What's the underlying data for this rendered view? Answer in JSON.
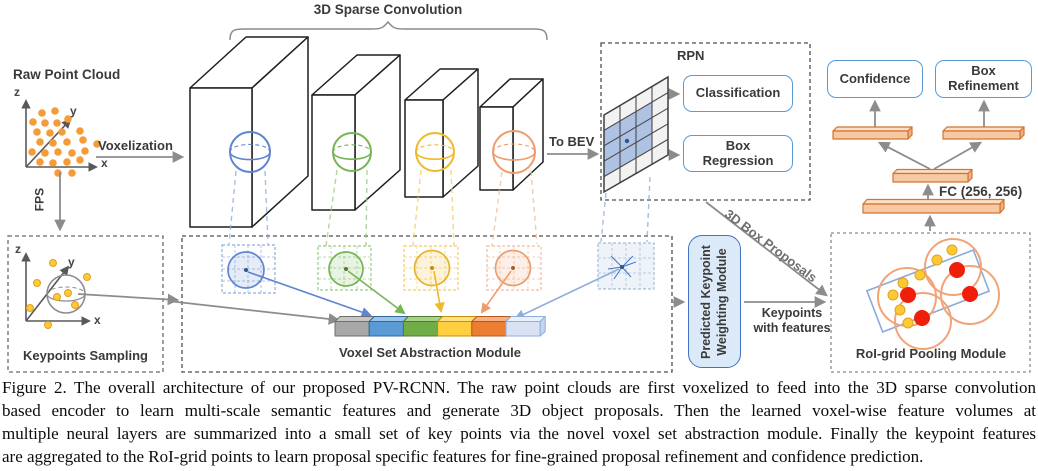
{
  "figure": {
    "labels": {
      "raw_point_cloud": "Raw Point Cloud",
      "axis_z": "z",
      "axis_y": "y",
      "axis_x": "x",
      "voxelization": "Voxelization",
      "fps": "FPS",
      "sparse_conv": "3D Sparse Convolution",
      "to_bev": "To BEV",
      "rpn": "RPN",
      "classification": "Classification",
      "box_regression": "Box Regression",
      "confidence": "Confidence",
      "box_refinement": "Box Refinement",
      "fc": "FC (256, 256)",
      "keypoints_sampling": "Keypoints Sampling",
      "vsa_module": "Voxel Set Abstraction Module",
      "pkw_module": "Predicted Keypoint Weighting Module",
      "box_proposals": "3D Box Proposals",
      "keypoints_with_features": "Keypoints with features",
      "roi_module": "RoI-grid Pooling Module"
    },
    "colors": {
      "blue": "#5B9BD5",
      "green": "#70AD47",
      "yellow": "#FFC933",
      "orange": "#ED7D31",
      "slab_orange": "#F6C8A4",
      "red_dot": "#F01F0C",
      "keypoint_yellow": "#FFC933",
      "point_cloud_orange": "#F59C38",
      "arrow_gray": "#8C8C8C",
      "rpn_cell_blue": "#AEC2E4"
    }
  },
  "caption": {
    "lines": [
      "Figure 2. The overall architecture of our proposed PV-RCNN. The raw point clouds are first voxelized to feed into the 3D sparse convolution",
      "based encoder to learn multi-scale semantic features and generate 3D object proposals. Then the learned voxel-wise feature volumes at",
      "multiple neural layers are summarized into a small set of key points via the novel voxel set abstraction module. Finally the keypoint features",
      "are aggregated to the RoI-grid points to learn proposal specific features for fine-grained proposal refinement and confidence prediction."
    ]
  }
}
